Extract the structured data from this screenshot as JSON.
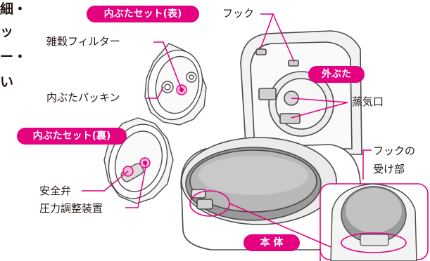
{
  "colors": {
    "accent": "#e4007f",
    "outline": "#4a4a4a",
    "text": "#231815"
  },
  "badges": {
    "inner_lid_front": "内ぶたセット(表)",
    "inner_lid_back": "内ぶたセット(裏)",
    "outer_lid": "外ぶた",
    "main_body": "本 体"
  },
  "labels": {
    "hook": "フック",
    "filter": "雑穀フィルター",
    "packing": "内ぶたパッキン",
    "steam_vent": "蒸気口",
    "hook_receiver_line1": "フックの",
    "hook_receiver_line2": "受け部",
    "safety_valve": "安全弁",
    "pressure_device": "圧力調整装置"
  },
  "cropped_text": [
    "細・",
    "ッ",
    "ー・",
    "い"
  ]
}
